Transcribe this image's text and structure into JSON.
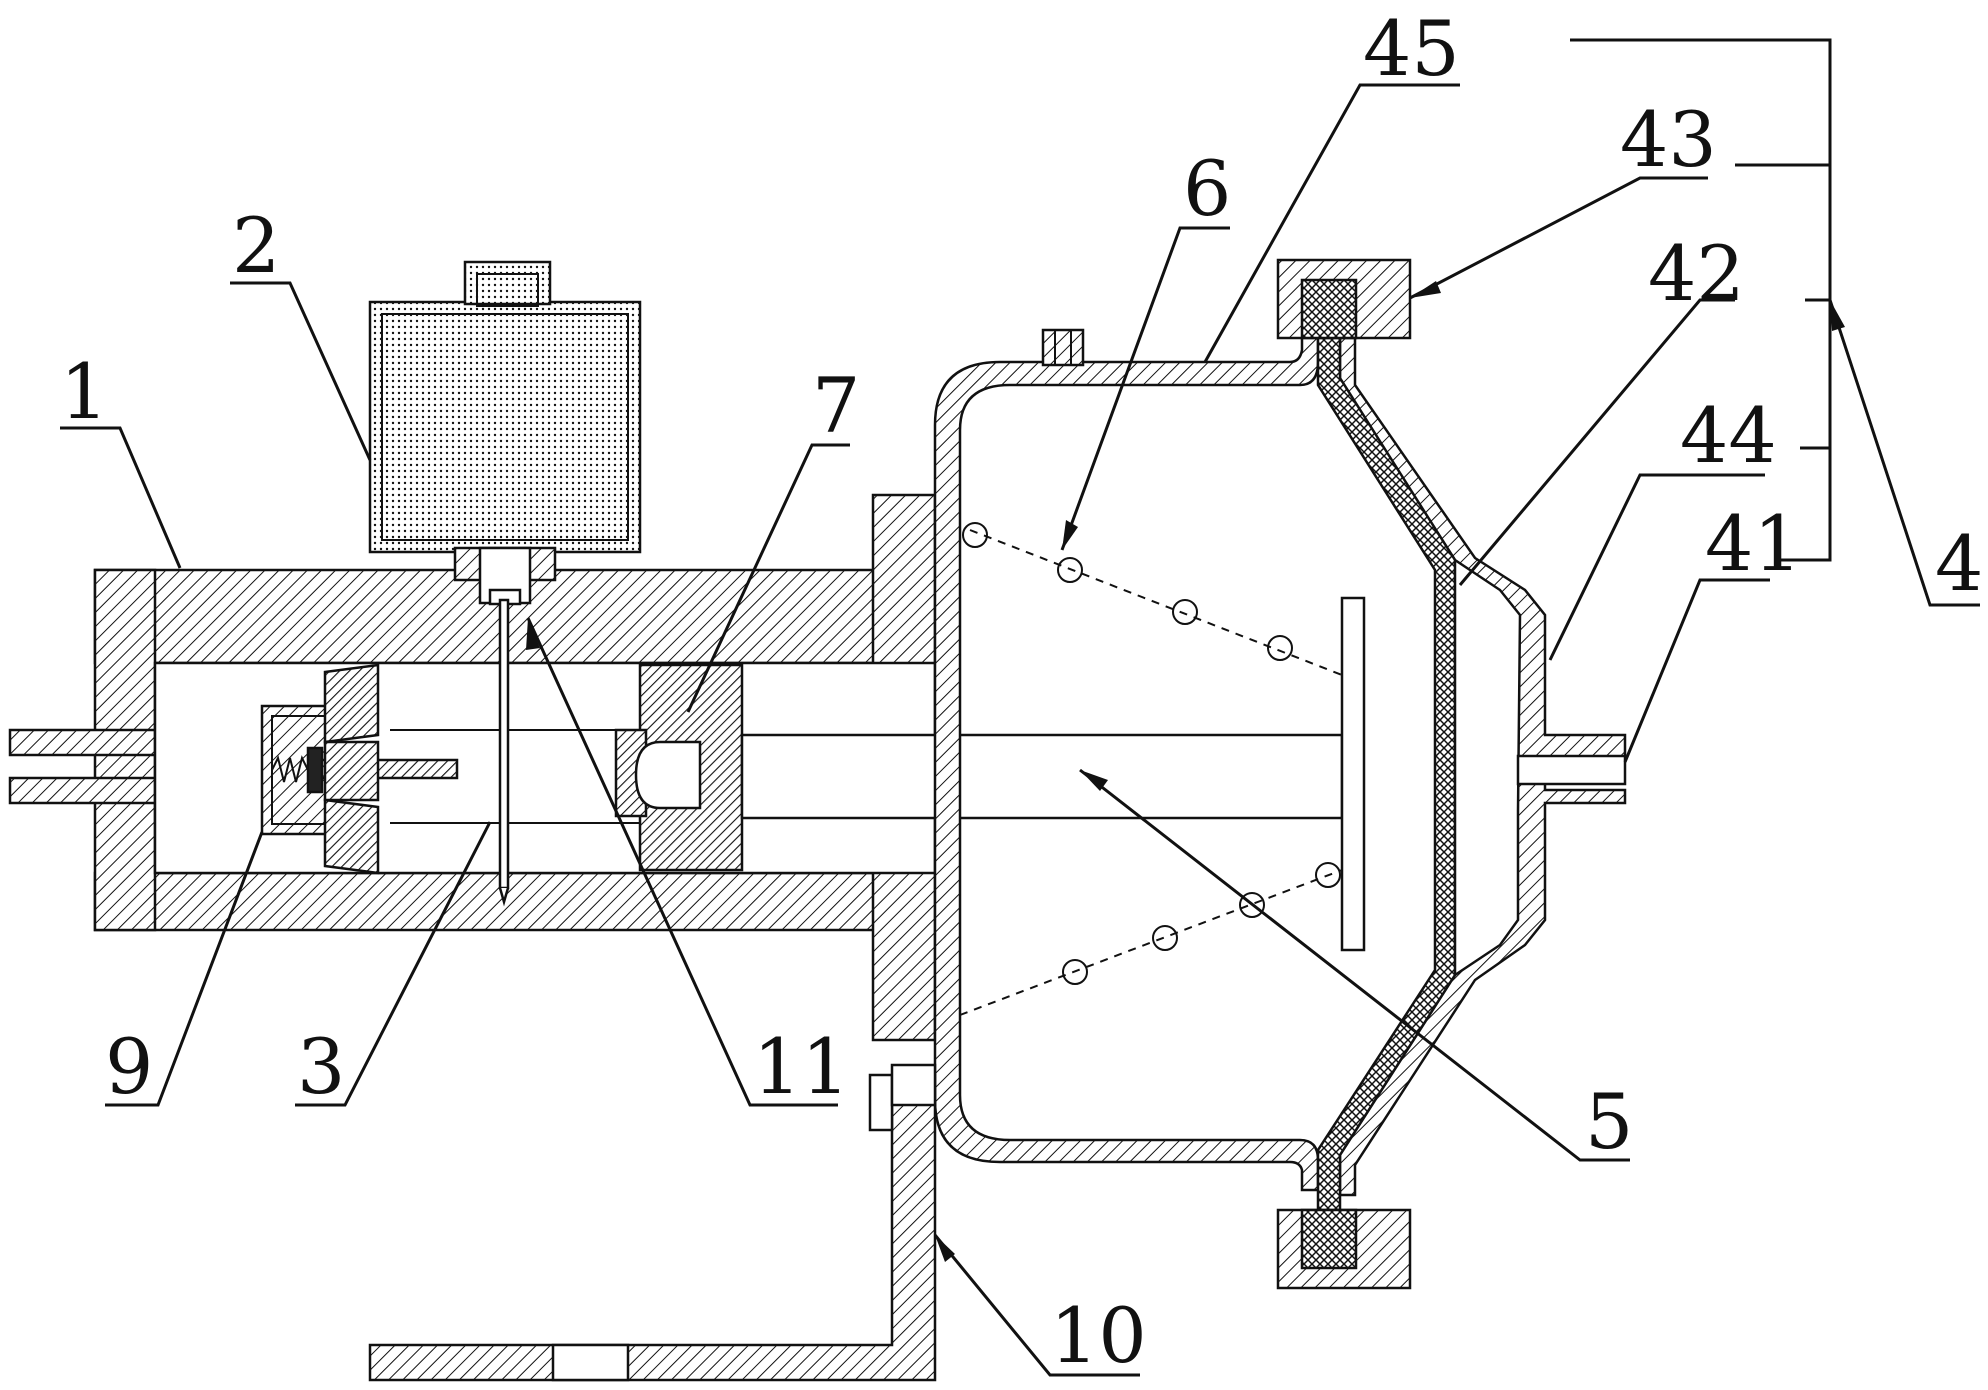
{
  "diagram": {
    "labels": {
      "body": "1",
      "reservoir": "2",
      "needle": "3",
      "chamber_assembly": "4",
      "inlet_pipe": "41",
      "diaphragm": "42",
      "clamp_ring": "43",
      "rear_shell": "44",
      "front_shell": "45",
      "push_rod": "5",
      "return_spring": "6",
      "piston": "7",
      "valve": "9",
      "bracket": "10",
      "orifice": "11"
    }
  }
}
